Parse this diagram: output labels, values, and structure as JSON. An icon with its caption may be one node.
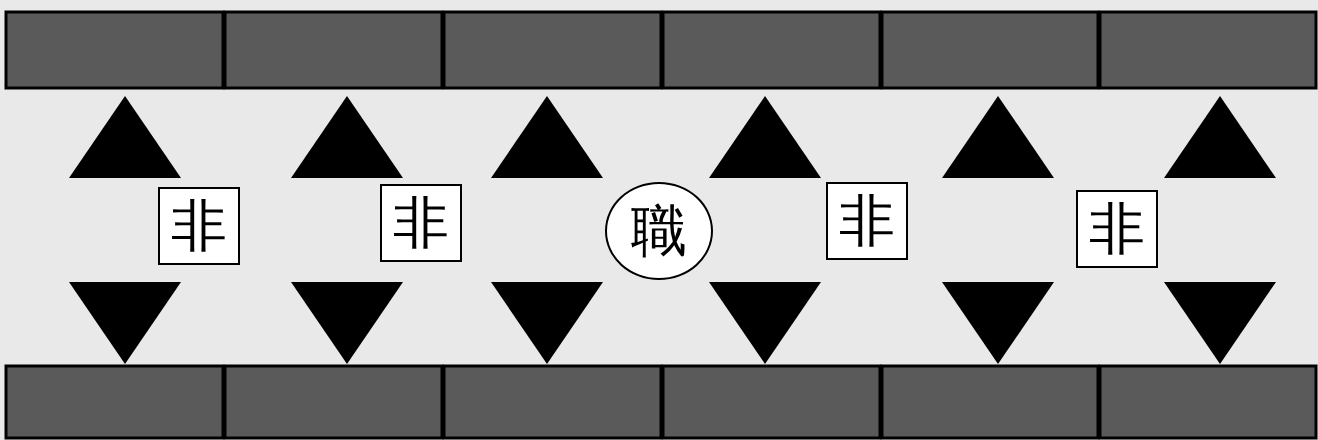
{
  "diagram": {
    "nodes": [
      {
        "text": [
          "非"
        ]
      },
      {
        "text": [
          "非"
        ]
      },
      {
        "text": [
          "職"
        ]
      },
      {
        "text": [
          "非"
        ]
      },
      {
        "text": [
          "非"
        ]
      }
    ]
  }
}
